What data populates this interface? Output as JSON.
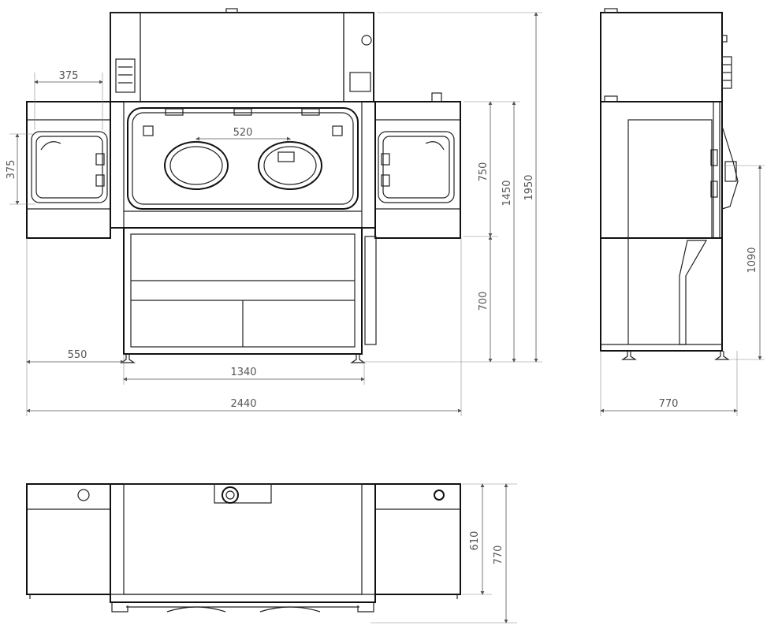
{
  "front_view": {
    "dim_top_left_width": "375",
    "dim_left_height": "375",
    "dim_glove_spacing": "520",
    "dim_glovebox_height": "750",
    "dim_body_height": "1450",
    "dim_total_height": "1950",
    "dim_stand_height": "700",
    "dim_side_extension": "550",
    "dim_stand_width": "1340",
    "dim_total_width": "2440"
  },
  "side_view": {
    "dim_working_height": "1090",
    "dim_depth": "770"
  },
  "top_view": {
    "dim_body_depth": "610",
    "dim_total_depth": "770"
  }
}
